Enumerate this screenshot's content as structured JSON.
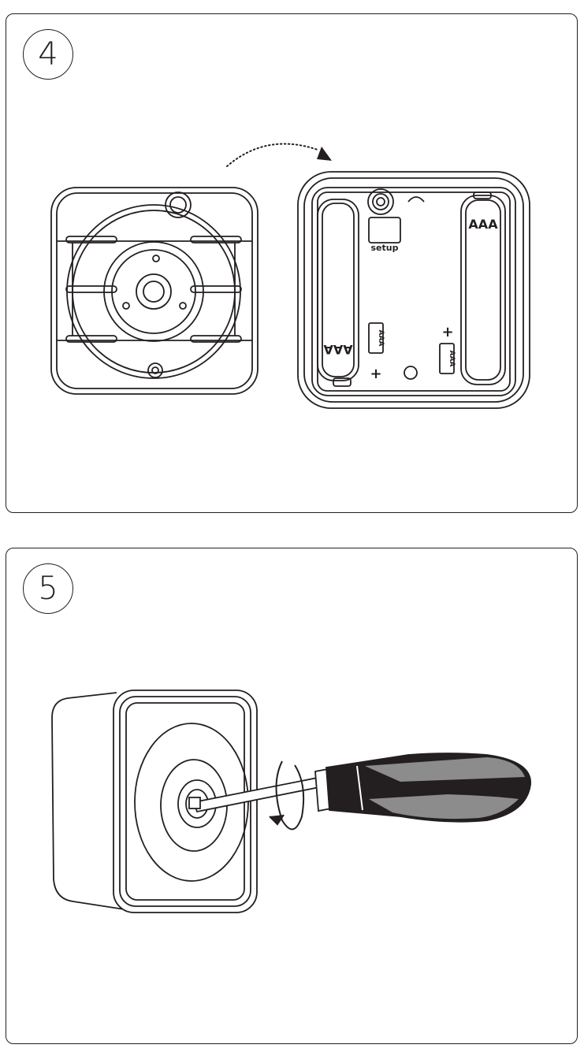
{
  "steps": [
    {
      "number": "4"
    },
    {
      "number": "5"
    }
  ],
  "labels": {
    "battery_left": "AAA",
    "battery_right": "AAA",
    "slot_left": "AAA",
    "slot_right": "AAA",
    "plus_sign": "+",
    "setup_button": "setup"
  },
  "icons": {
    "flip_arrow": "dotted-curved-arrow-icon",
    "rotate_arrow": "rotate-arrow-icon",
    "tool": "screwdriver-icon"
  },
  "colors": {
    "line": "#231f20",
    "handle_grey": "#8c8c8c",
    "handle_black": "#231f20"
  }
}
